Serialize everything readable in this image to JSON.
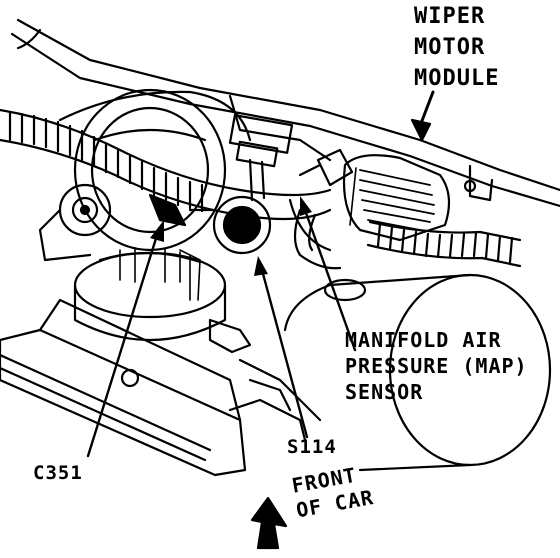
{
  "diagram": {
    "labels": {
      "wiper_motor_module": "WIPER\nMOTOR\nMODULE",
      "map_sensor": "MANIFOLD AIR\nPRESSURE (MAP)\nSENSOR",
      "connector_c351": "C351",
      "splice_s114": "S114",
      "front_of_car": "FRONT\nOF CAR"
    }
  }
}
